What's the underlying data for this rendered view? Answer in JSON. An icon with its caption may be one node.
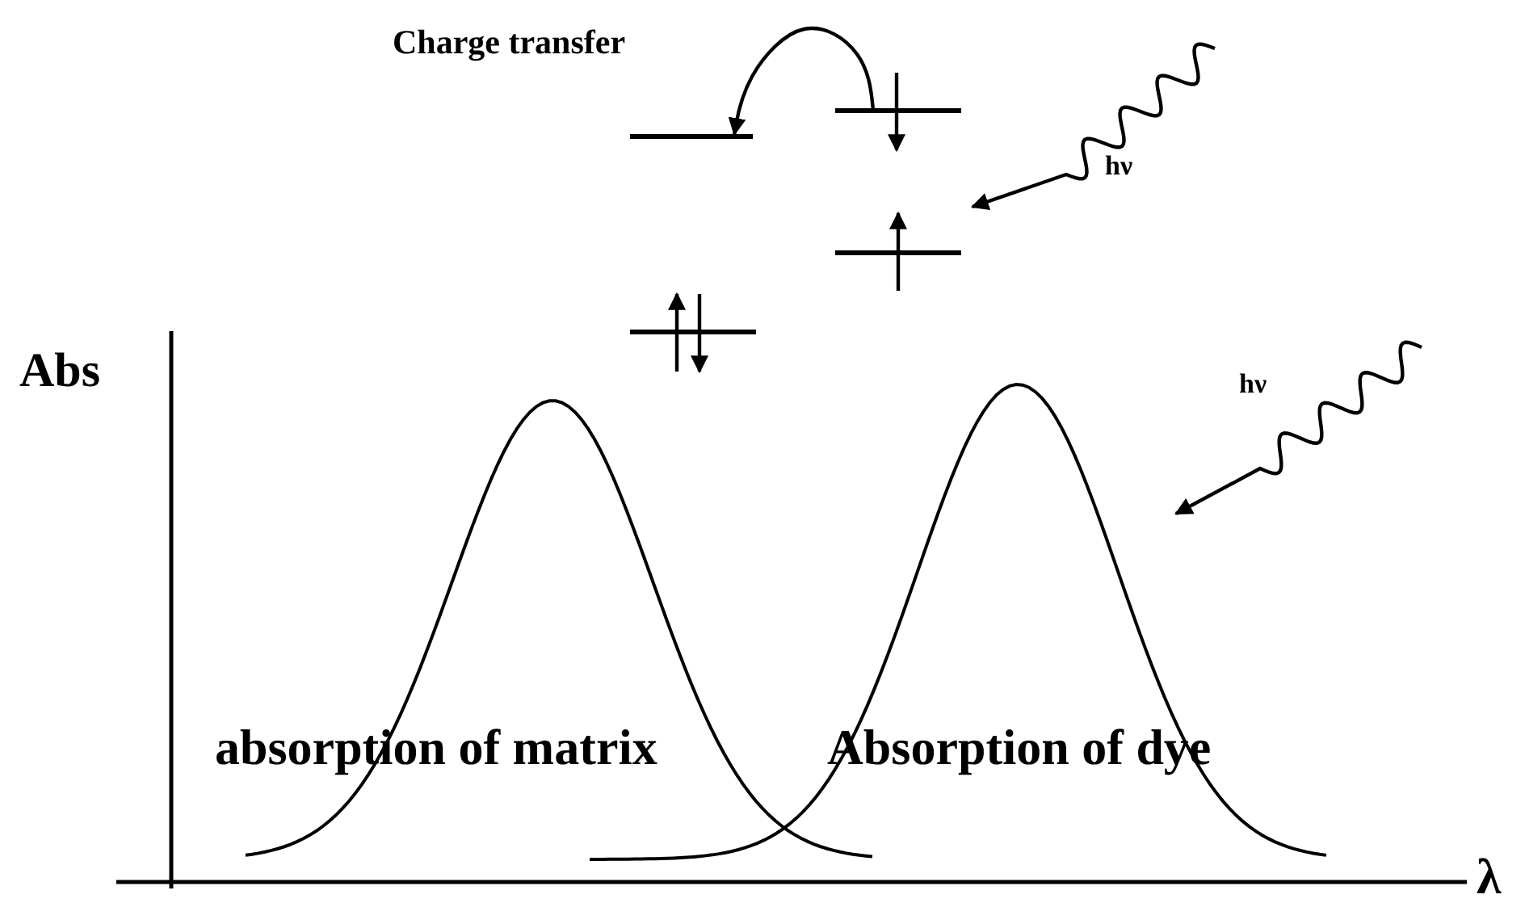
{
  "diagram": {
    "nodes": [
      {
        "text": [],
        "shape": "bar"
      },
      {
        "text": [],
        "shape": "bar"
      },
      {
        "text": [],
        "shape": "bar"
      },
      {
        "text": [],
        "shape": "bar"
      }
    ],
    "edges": [
      {
        "from": 0,
        "to": 1,
        "arrow": "to"
      }
    ],
    "labels": [
      "Charge transfer",
      "hν",
      "Abs",
      "hν",
      "absorption of matrix",
      "Absorption of dye",
      "λ"
    ]
  }
}
